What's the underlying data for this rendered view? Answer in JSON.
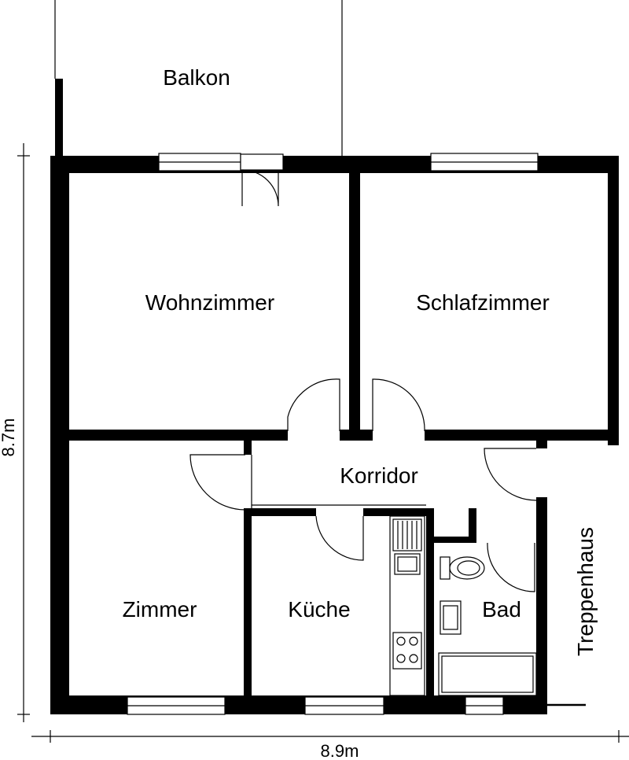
{
  "rooms": {
    "balkon": "Balkon",
    "wohnzimmer": "Wohnzimmer",
    "schlafzimmer": "Schlafzimmer",
    "korridor": "Korridor",
    "zimmer": "Zimmer",
    "kueche": "Küche",
    "bad": "Bad",
    "treppenhaus": "Treppenhaus"
  },
  "dimensions": {
    "height": "8.7m",
    "width": "8.9m"
  }
}
